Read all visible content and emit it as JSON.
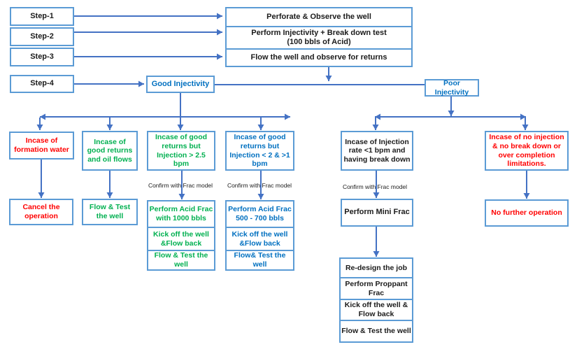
{
  "title": "Well stimulation decision flowchart",
  "colors": {
    "box_border": "#5B9BD5",
    "arrow": "#4472C4",
    "text_blue": "#0070C0",
    "text_green": "#00B050",
    "text_red": "#FF0000",
    "text_black": "#1b1b1b",
    "background": "#ffffff"
  },
  "steps": {
    "step1": "Step-1",
    "step2": "Step-2",
    "step3": "Step-3",
    "step4": "Step-4"
  },
  "top_sequence": {
    "row1": "Perforate  & Observe the well",
    "row2_line1": "Perform Injectivity + Break down test",
    "row2_line2": "(100 bbls of Acid)",
    "row3": "Flow the well and observe for returns"
  },
  "branch": {
    "good": "Good Injectivity",
    "poor": "Poor Injectivity"
  },
  "conditions": {
    "formation_water": "Incase of formation water",
    "good_returns_oil": "Incase of good returns and oil flows",
    "returns_inj_gt_2_5": "Incase of good returns  but Injection > 2.5 bpm",
    "returns_inj_1_to_2": "Incase of good returns but Injection < 2 & >1 bpm",
    "inj_lt_1_breakdown": "Incase of  Injection rate <1 bpm and having break down",
    "no_injection": "Incase of no injection & no break down or over completion limitations."
  },
  "frac_note": "Confirm with Frac model",
  "actions": {
    "cancel": "Cancel the operation",
    "flow_test": "Flow & Test the well",
    "acid_frac_1000": [
      "Perform Acid Frac with 1000 bbls",
      "Kick off the well &Flow back",
      "Flow & Test the well"
    ],
    "acid_frac_500_700": [
      "Perform Acid  Frac 500 - 700 bbls",
      "Kick off the well &Flow back",
      "Flow& Test the well"
    ],
    "mini_frac": "Perform Mini Frac",
    "no_further": "No further operation",
    "redesign_stack": [
      "Re-design the job",
      "Perform Proppant Frac",
      "Kick off the well & Flow back",
      "Flow & Test the well"
    ]
  }
}
